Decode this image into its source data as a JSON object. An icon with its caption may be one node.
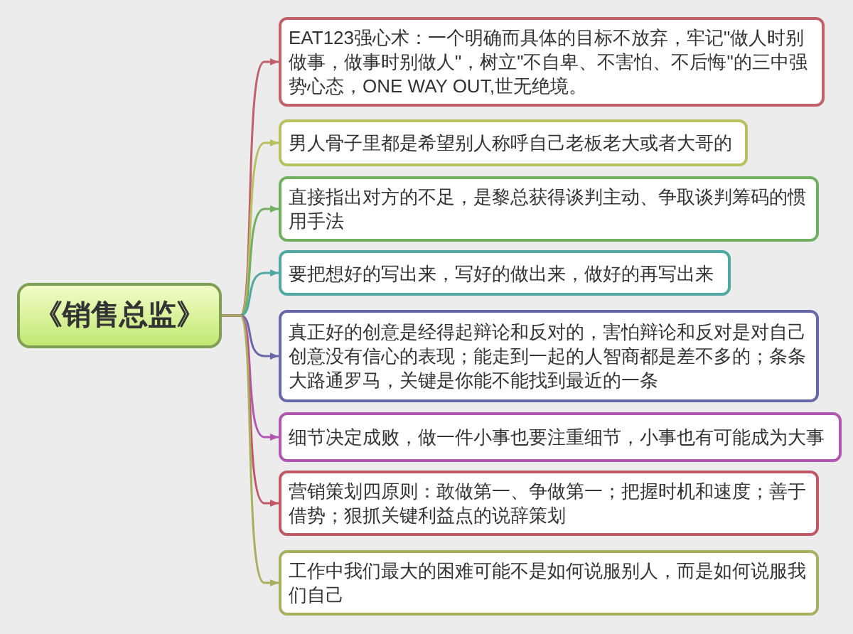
{
  "diagram": {
    "nodes": [
      {
        "text": [
          "《销售总监》"
        ]
      },
      {
        "text": [
          "EAT123强心术：一个明确而具体的目标不放弃，牢记\"做人时别做事，做事时别做人\"，树立\"不自卑、不害怕、不后悔\"的三中强势心态，ONE WAY OUT,世无绝境。"
        ]
      },
      {
        "text": [
          "男人骨子里都是希望别人称呼自己老板老大或者大哥的"
        ]
      },
      {
        "text": [
          "直接指出对方的不足，是黎总获得谈判主动、争取谈判筹码的惯用手法"
        ]
      },
      {
        "text": [
          "要把想好的写出来，写好的做出来，做好的再写出来"
        ]
      },
      {
        "text": [
          "真正好的创意是经得起辩论和反对的，害怕辩论和反对是对自己创意没有信心的表现；能走到一起的人智商都是差不多的；条条大路通罗马，关键是你能不能找到最近的一条"
        ]
      },
      {
        "text": [
          "细节决定成败，做一件小事也要注重细节，小事也有可能成为大事"
        ]
      },
      {
        "text": [
          "营销策划四原则：敢做第一、争做第一；把握时机和速度；善于借势；狠抓关键利益点的说辞策划"
        ]
      },
      {
        "text": [
          "工作中我们最大的困难可能不是如何说服别人，而是如何说服我们自己"
        ]
      }
    ],
    "edges": [
      {
        "from": 0,
        "to": 1,
        "arrow": "to",
        "color": "#c0606a"
      },
      {
        "from": 0,
        "to": 2,
        "arrow": "to",
        "color": "#b8c060"
      },
      {
        "from": 0,
        "to": 3,
        "arrow": "to",
        "color": "#70b060"
      },
      {
        "from": 0,
        "to": 4,
        "arrow": "to",
        "color": "#50a8a0"
      },
      {
        "from": 0,
        "to": 5,
        "arrow": "to",
        "color": "#6868a8"
      },
      {
        "from": 0,
        "to": 6,
        "arrow": "to",
        "color": "#b058b0"
      },
      {
        "from": 0,
        "to": 7,
        "arrow": "to",
        "color": "#c05868"
      },
      {
        "from": 0,
        "to": 8,
        "arrow": "to",
        "color": "#a8b060"
      }
    ]
  }
}
